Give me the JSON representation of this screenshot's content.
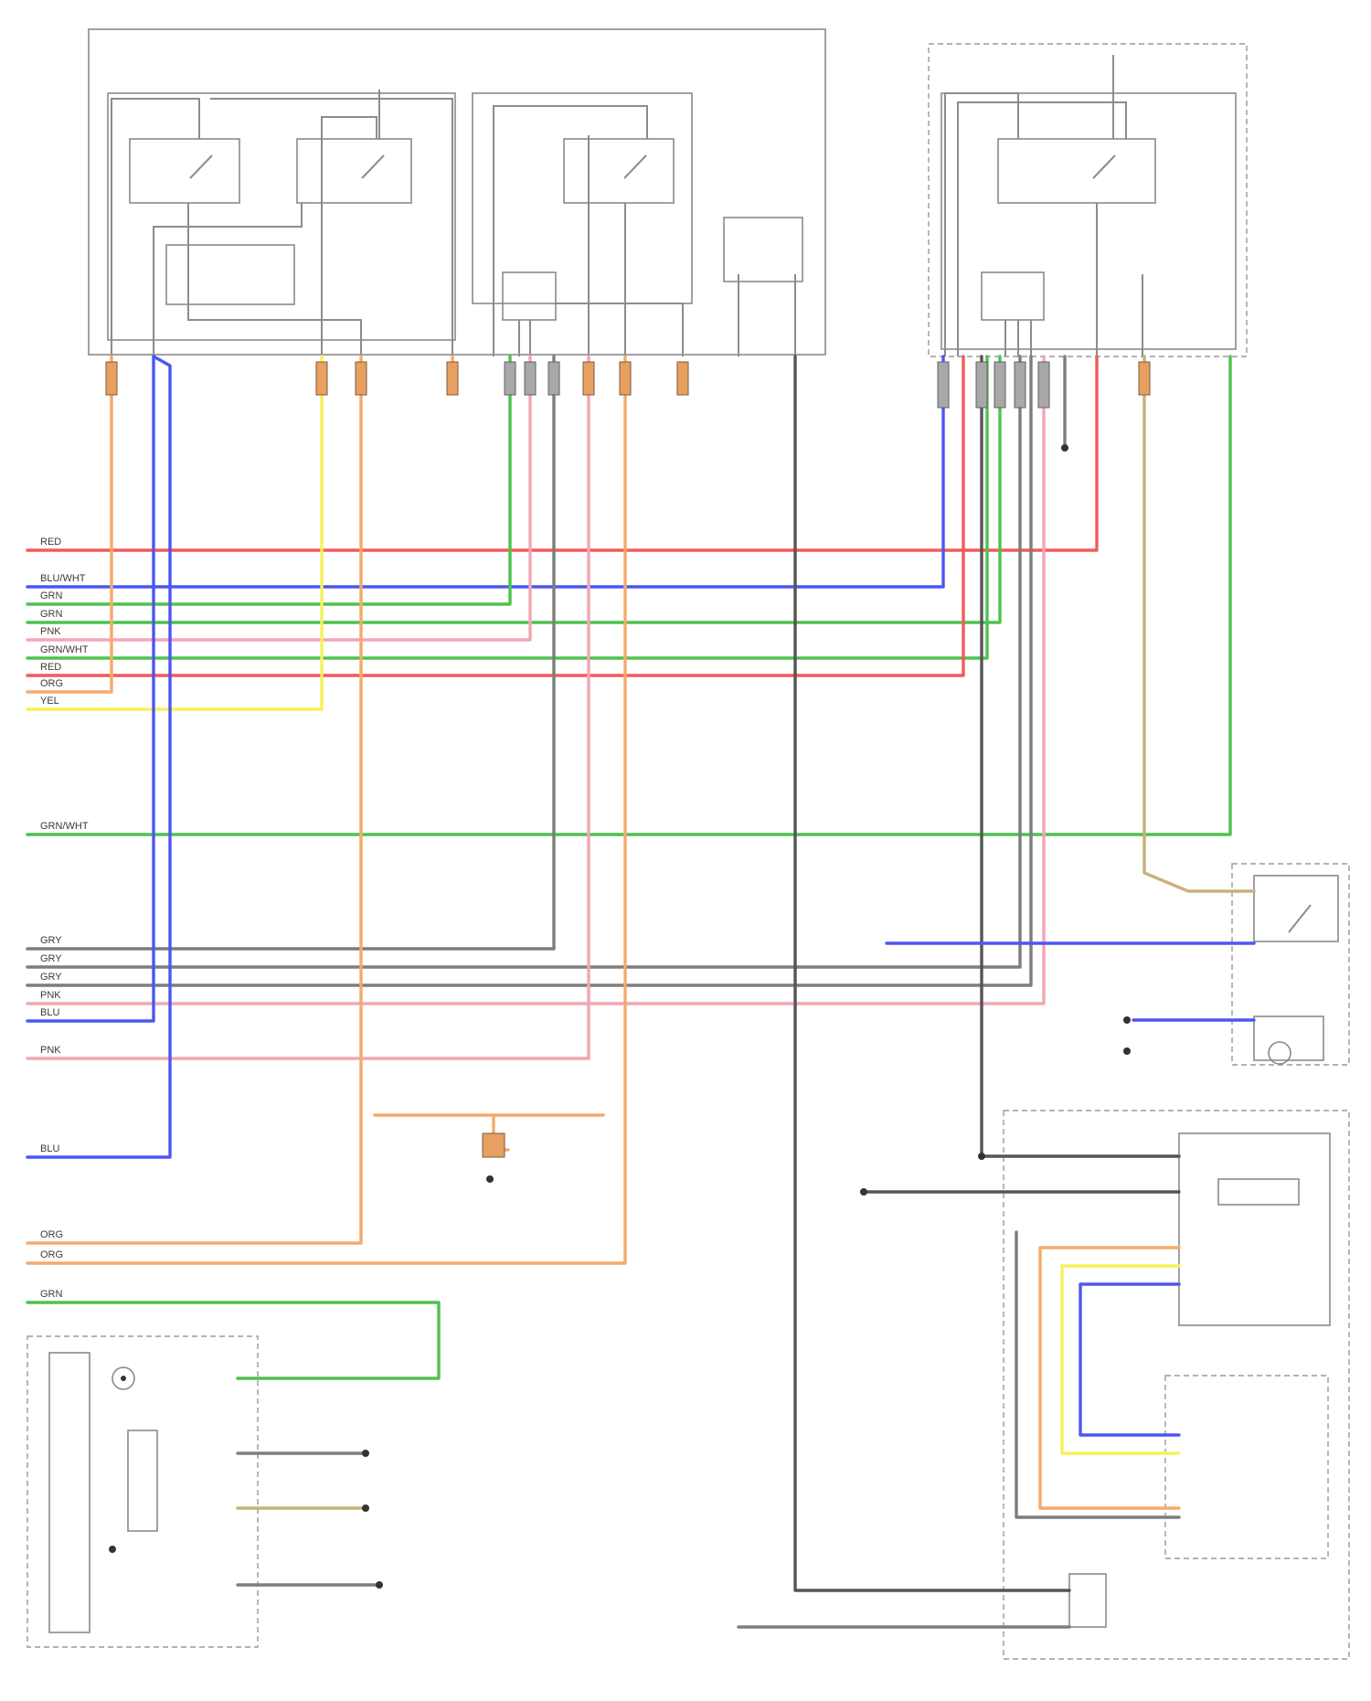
{
  "diagram": {
    "colors": {
      "red": "#f25a5a",
      "blue": "#4d57f0",
      "green": "#4ec24e",
      "pink": "#f3a6b3",
      "orange": "#f5aa6a",
      "yellow": "#f6f25a",
      "grey": "#7d7d7d",
      "dark": "#555555",
      "tan": "#c8b27a",
      "outline": "#8a8a8a"
    },
    "wire_labels": {
      "w1": "RED",
      "w2": "BLU/WHT",
      "w3": "GRN",
      "w4": "GRN",
      "w5": "PNK",
      "w6": "GRN/WHT",
      "w7": "RED",
      "w8": "ORG",
      "w9": "YEL",
      "w10": "GRN/WHT",
      "w11": "GRY",
      "w12": "GRY",
      "w13": "GRY",
      "w14": "PNK",
      "w15": "BLU",
      "w16": "PNK",
      "w17": "BLU",
      "w18": "ORG",
      "w19": "ORG",
      "w20": "GRN"
    }
  }
}
